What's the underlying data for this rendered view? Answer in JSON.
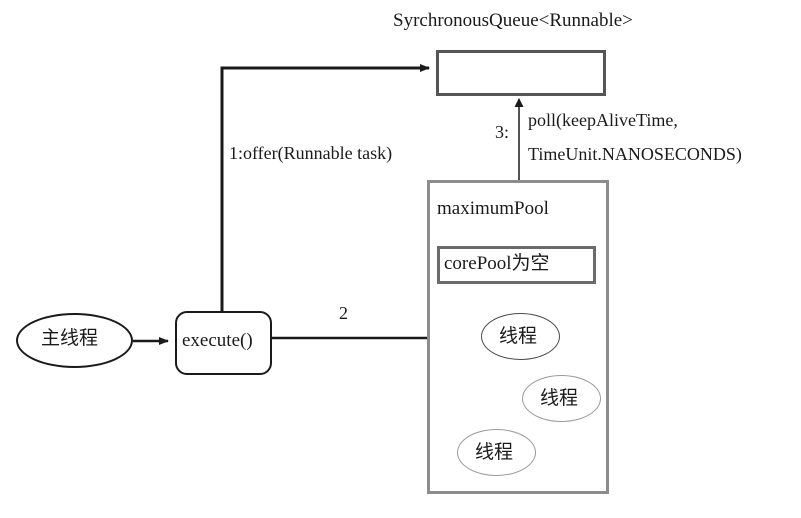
{
  "diagram": {
    "title_node": {
      "label": "SyrchronousQueue<Runnable>"
    },
    "queue_box": {
      "name": "synchronous-queue-box",
      "content": ""
    },
    "pool": {
      "outer_label": "maximumPool",
      "inner_label": "corePool为空"
    },
    "nodes": {
      "main_thread": "主线程",
      "execute": "execute()",
      "thread_1": "线程",
      "thread_2": "线程",
      "thread_3": "线程"
    },
    "edges": {
      "offer": "1:offer(Runnable task)",
      "dispatch_step": "2",
      "poll_step": "3:",
      "poll_line1": "poll(keepAliveTime,",
      "poll_line2": "TimeUnit.NANOSECONDS)"
    },
    "colors": {
      "stroke_dark": "#1a1a1a",
      "stroke_queue": "#555555",
      "stroke_pool": "#8c8c8c",
      "stroke_corepool": "#6b6b6b",
      "stroke_thread_light": "#9a9a9a",
      "background": "#ffffff"
    }
  }
}
